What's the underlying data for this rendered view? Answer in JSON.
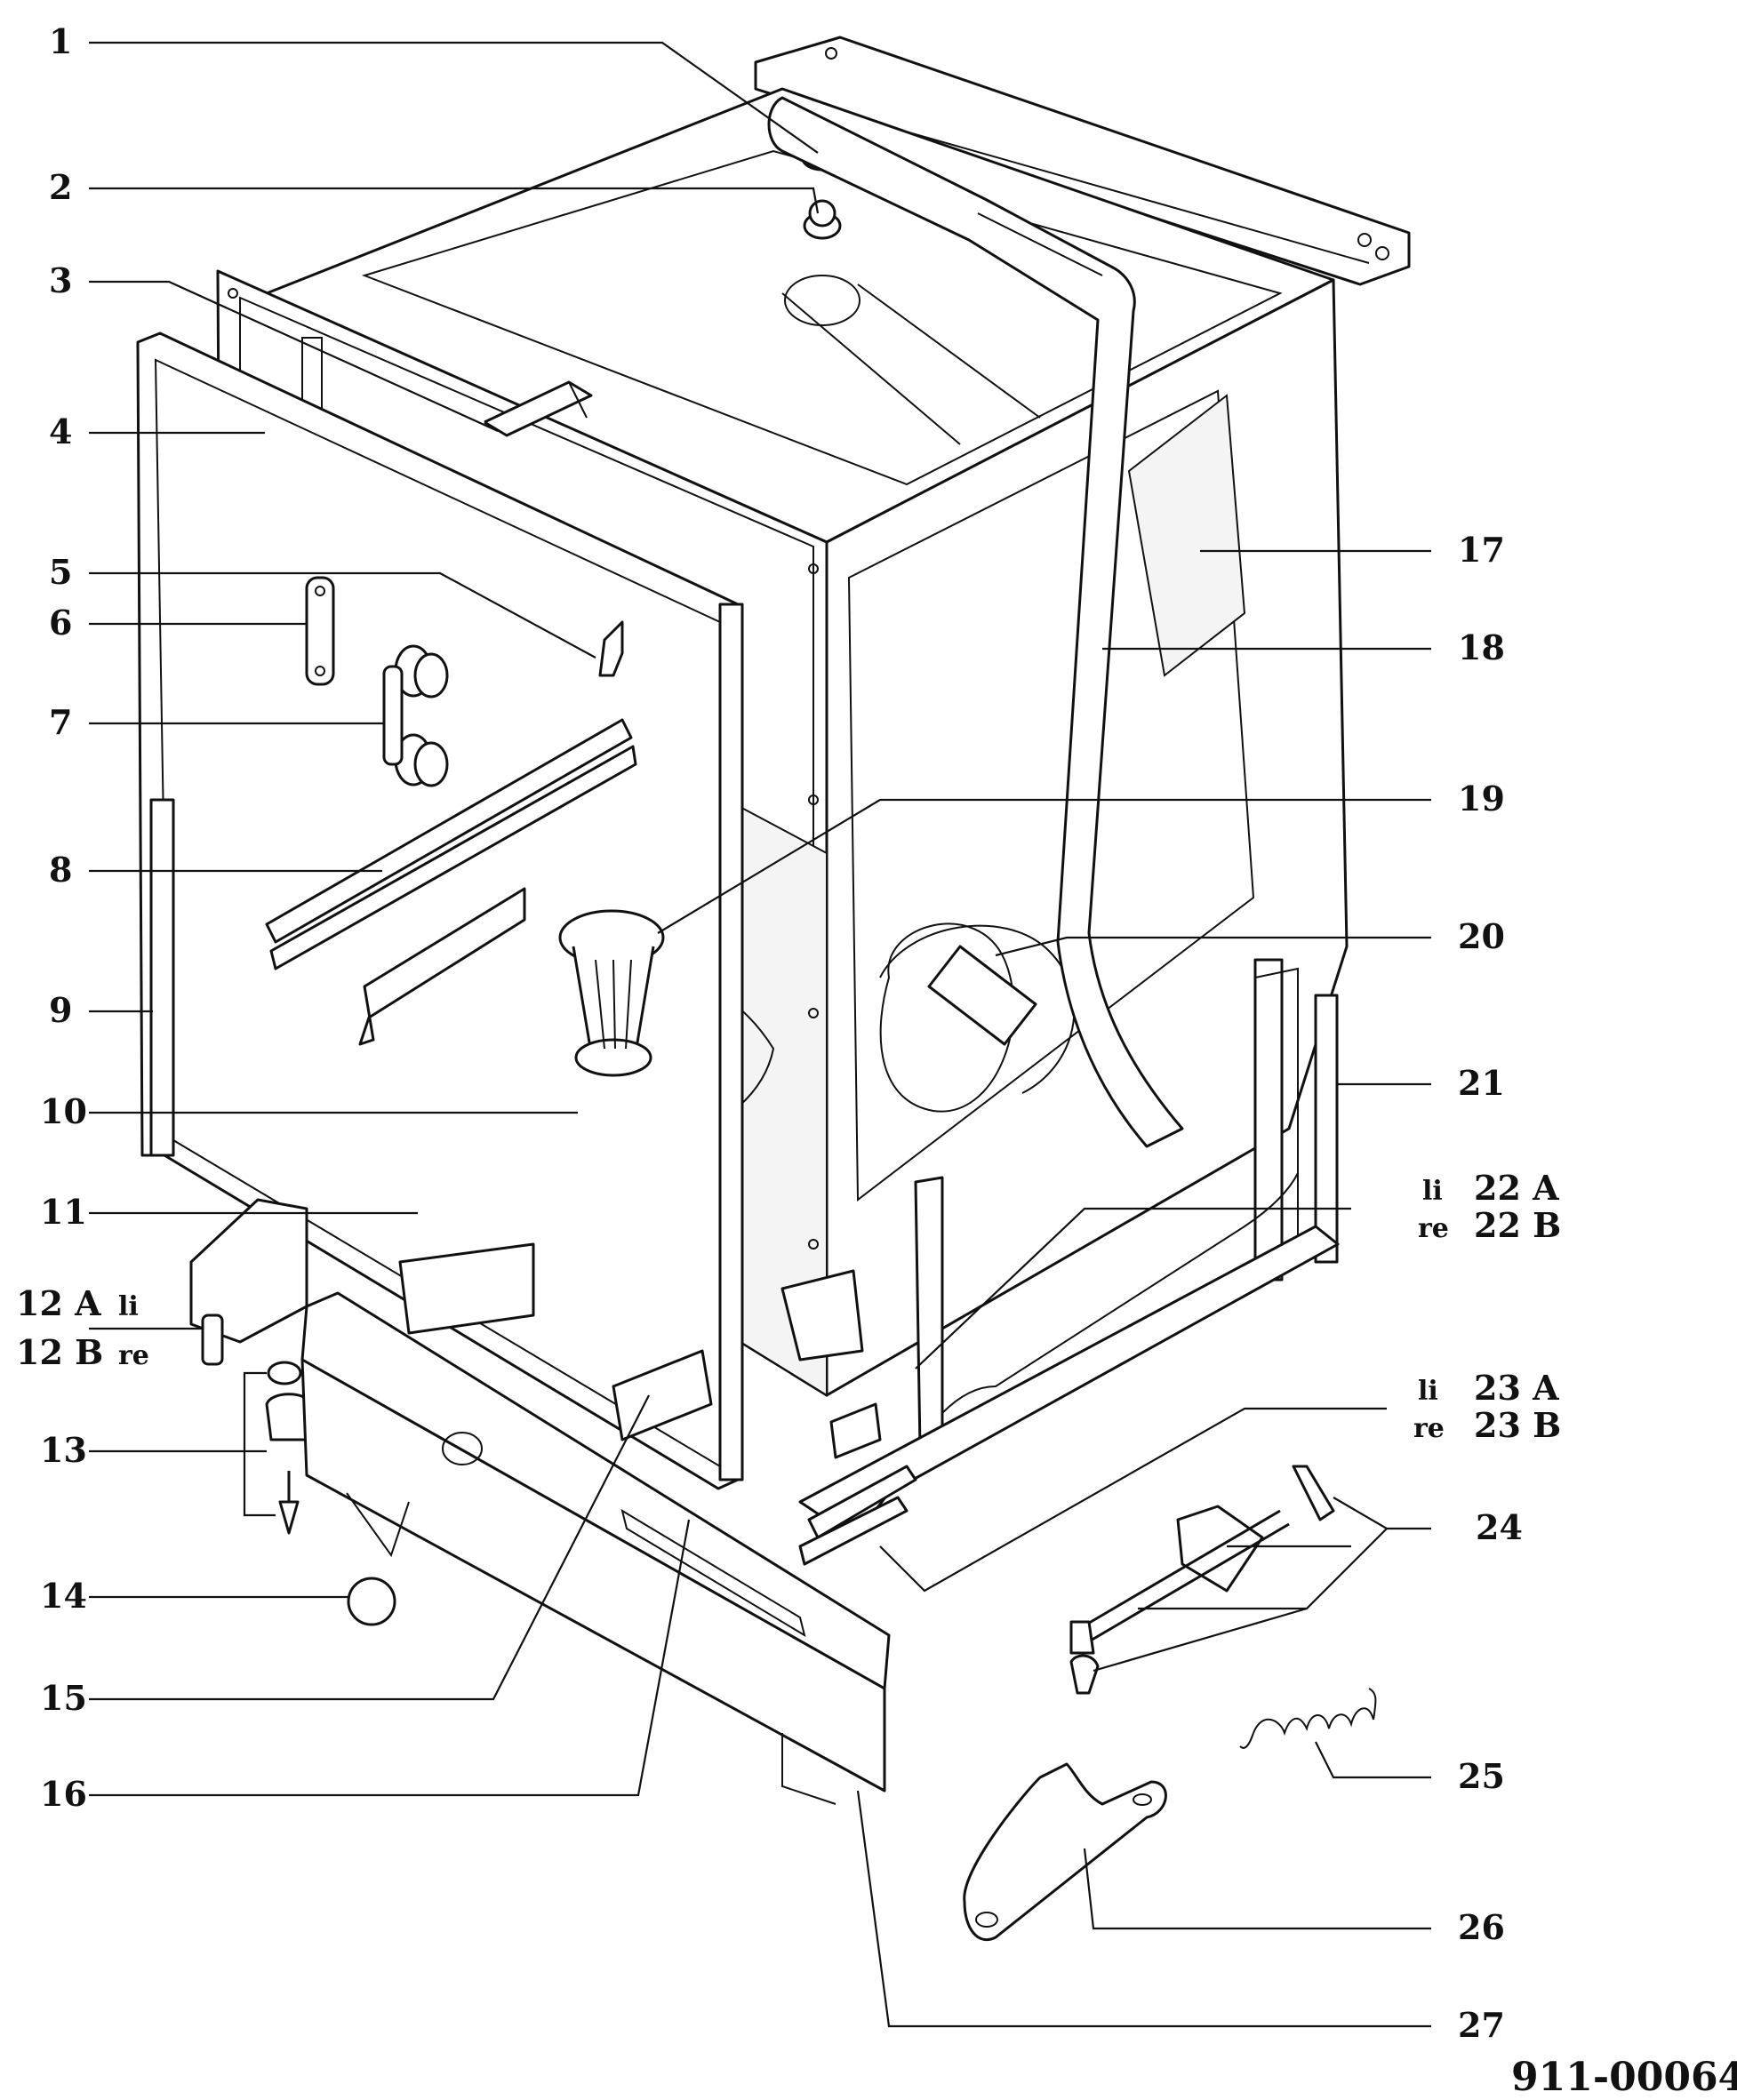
{
  "diagram": {
    "document_number": "911-00064",
    "callouts": [
      {
        "id": "c1",
        "text": "1"
      },
      {
        "id": "c2",
        "text": "2"
      },
      {
        "id": "c3",
        "text": "3"
      },
      {
        "id": "c4",
        "text": "4"
      },
      {
        "id": "c5",
        "text": "5"
      },
      {
        "id": "c6",
        "text": "6"
      },
      {
        "id": "c7",
        "text": "7"
      },
      {
        "id": "c8",
        "text": "8"
      },
      {
        "id": "c9",
        "text": "9"
      },
      {
        "id": "c10",
        "text": "10"
      },
      {
        "id": "c11",
        "text": "11"
      },
      {
        "id": "c12a",
        "text": "12 A"
      },
      {
        "id": "c12b",
        "text": "12 B"
      },
      {
        "id": "c13",
        "text": "13"
      },
      {
        "id": "c14",
        "text": "14"
      },
      {
        "id": "c15",
        "text": "15"
      },
      {
        "id": "c16",
        "text": "16"
      },
      {
        "id": "c17",
        "text": "17"
      },
      {
        "id": "c18",
        "text": "18"
      },
      {
        "id": "c19",
        "text": "19"
      },
      {
        "id": "c20",
        "text": "20"
      },
      {
        "id": "c21",
        "text": "21"
      },
      {
        "id": "c22a",
        "text": "22 A"
      },
      {
        "id": "c22b",
        "text": "22 B"
      },
      {
        "id": "c23a",
        "text": "23 A"
      },
      {
        "id": "c23b",
        "text": "23 B"
      },
      {
        "id": "c24",
        "text": "24"
      },
      {
        "id": "c25",
        "text": "25"
      },
      {
        "id": "c26",
        "text": "26"
      },
      {
        "id": "c27",
        "text": "27"
      }
    ],
    "side_labels": {
      "left": "li",
      "right": "re"
    }
  }
}
